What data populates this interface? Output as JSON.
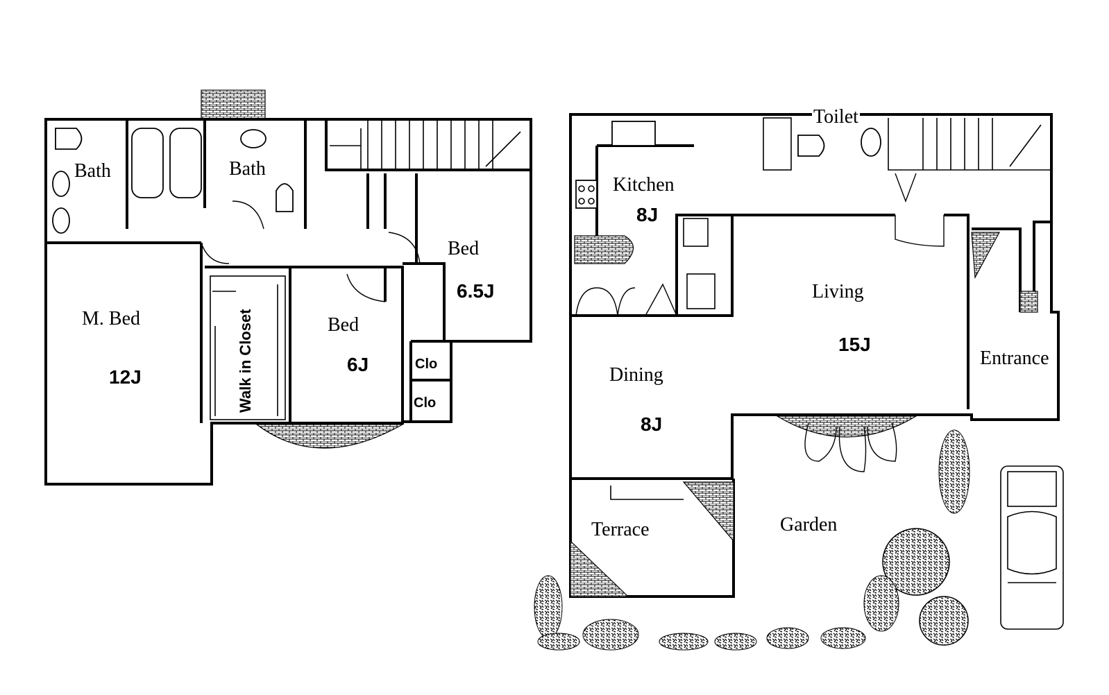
{
  "upper_floor": {
    "rooms": [
      {
        "name": "Bath",
        "size": ""
      },
      {
        "name": "Bath",
        "size": ""
      },
      {
        "name": "M. Bed",
        "size": "12J"
      },
      {
        "name": "Walk in Closet",
        "size": ""
      },
      {
        "name": "Bed",
        "size": "6J"
      },
      {
        "name": "Bed",
        "size": "6.5J"
      },
      {
        "name": "Clo",
        "size": ""
      },
      {
        "name": "Clo",
        "size": ""
      }
    ]
  },
  "ground_floor": {
    "rooms": [
      {
        "name": "Toilet",
        "size": ""
      },
      {
        "name": "Kitchen",
        "size": "8J"
      },
      {
        "name": "Living",
        "size": "15J"
      },
      {
        "name": "Dining",
        "size": "8J"
      },
      {
        "name": "Entrance",
        "size": ""
      },
      {
        "name": "Terrace",
        "size": ""
      },
      {
        "name": "Garden",
        "size": ""
      }
    ]
  }
}
